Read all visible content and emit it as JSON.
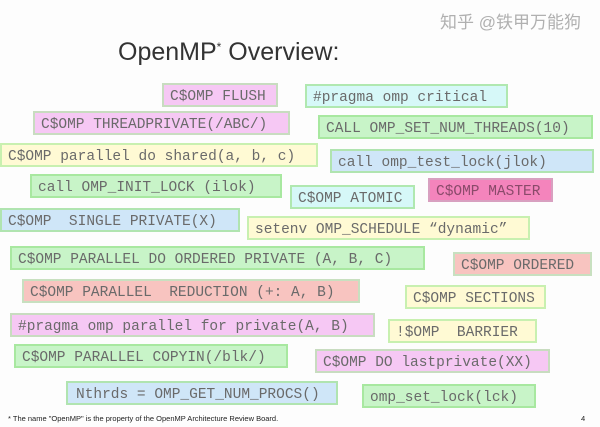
{
  "slide": {
    "title": "OpenMP",
    "title_mark": "*",
    "title_rest": " Overview:",
    "footnote": "* The name \"OpenMP\" is the property of the OpenMP Architecture Review Board.",
    "page_number": "4",
    "watermark": "知乎 @铁甲万能狗"
  },
  "snippets": [
    {
      "text": "C$OMP FLUSH",
      "color": "#f6c8f4"
    },
    {
      "text": "#pragma omp critical",
      "color": "#d6f8f8"
    },
    {
      "text": "C$OMP THREADPRIVATE(/ABC/)",
      "color": "#f6c8f4"
    },
    {
      "text": "CALL OMP_SET_NUM_THREADS(10)",
      "color": "#c8f4c8"
    },
    {
      "text": "C$OMP parallel do shared(a, b, c)",
      "color": "#fffad4"
    },
    {
      "text": "call omp_test_lock(jlok)",
      "color": "#cfe6f8"
    },
    {
      "text": "call OMP_INIT_LOCK (ilok)",
      "color": "#c8f4c8"
    },
    {
      "text": "C$OMP ATOMIC",
      "color": "#d6f8f8"
    },
    {
      "text": "C$OMP MASTER",
      "color": "#f484bc"
    },
    {
      "text": "C$OMP  SINGLE PRIVATE(X)",
      "color": "#cfe6f8"
    },
    {
      "text": "setenv OMP_SCHEDULE “dynamic”",
      "color": "#fffad4"
    },
    {
      "text": "C$OMP PARALLEL DO ORDERED PRIVATE (A, B, C)",
      "color": "#c8f4c8"
    },
    {
      "text": "C$OMP ORDERED",
      "color": "#f8c4c0"
    },
    {
      "text": "C$OMP PARALLEL  REDUCTION (+: A, B)",
      "color": "#f8c4c0"
    },
    {
      "text": "C$OMP SECTIONS",
      "color": "#fffad4"
    },
    {
      "text": "#pragma omp parallel for private(A, B)",
      "color": "#f6c8f4"
    },
    {
      "text": "!$OMP  BARRIER",
      "color": "#fffad4"
    },
    {
      "text": "C$OMP PARALLEL COPYIN(/blk/)",
      "color": "#c8f4c8"
    },
    {
      "text": "C$OMP DO lastprivate(XX)",
      "color": "#f6c8f4"
    },
    {
      "text": "Nthrds = OMP_GET_NUM_PROCS()",
      "color": "#cfe6f8"
    },
    {
      "text": "omp_set_lock(lck)",
      "color": "#c8f4c8"
    }
  ]
}
